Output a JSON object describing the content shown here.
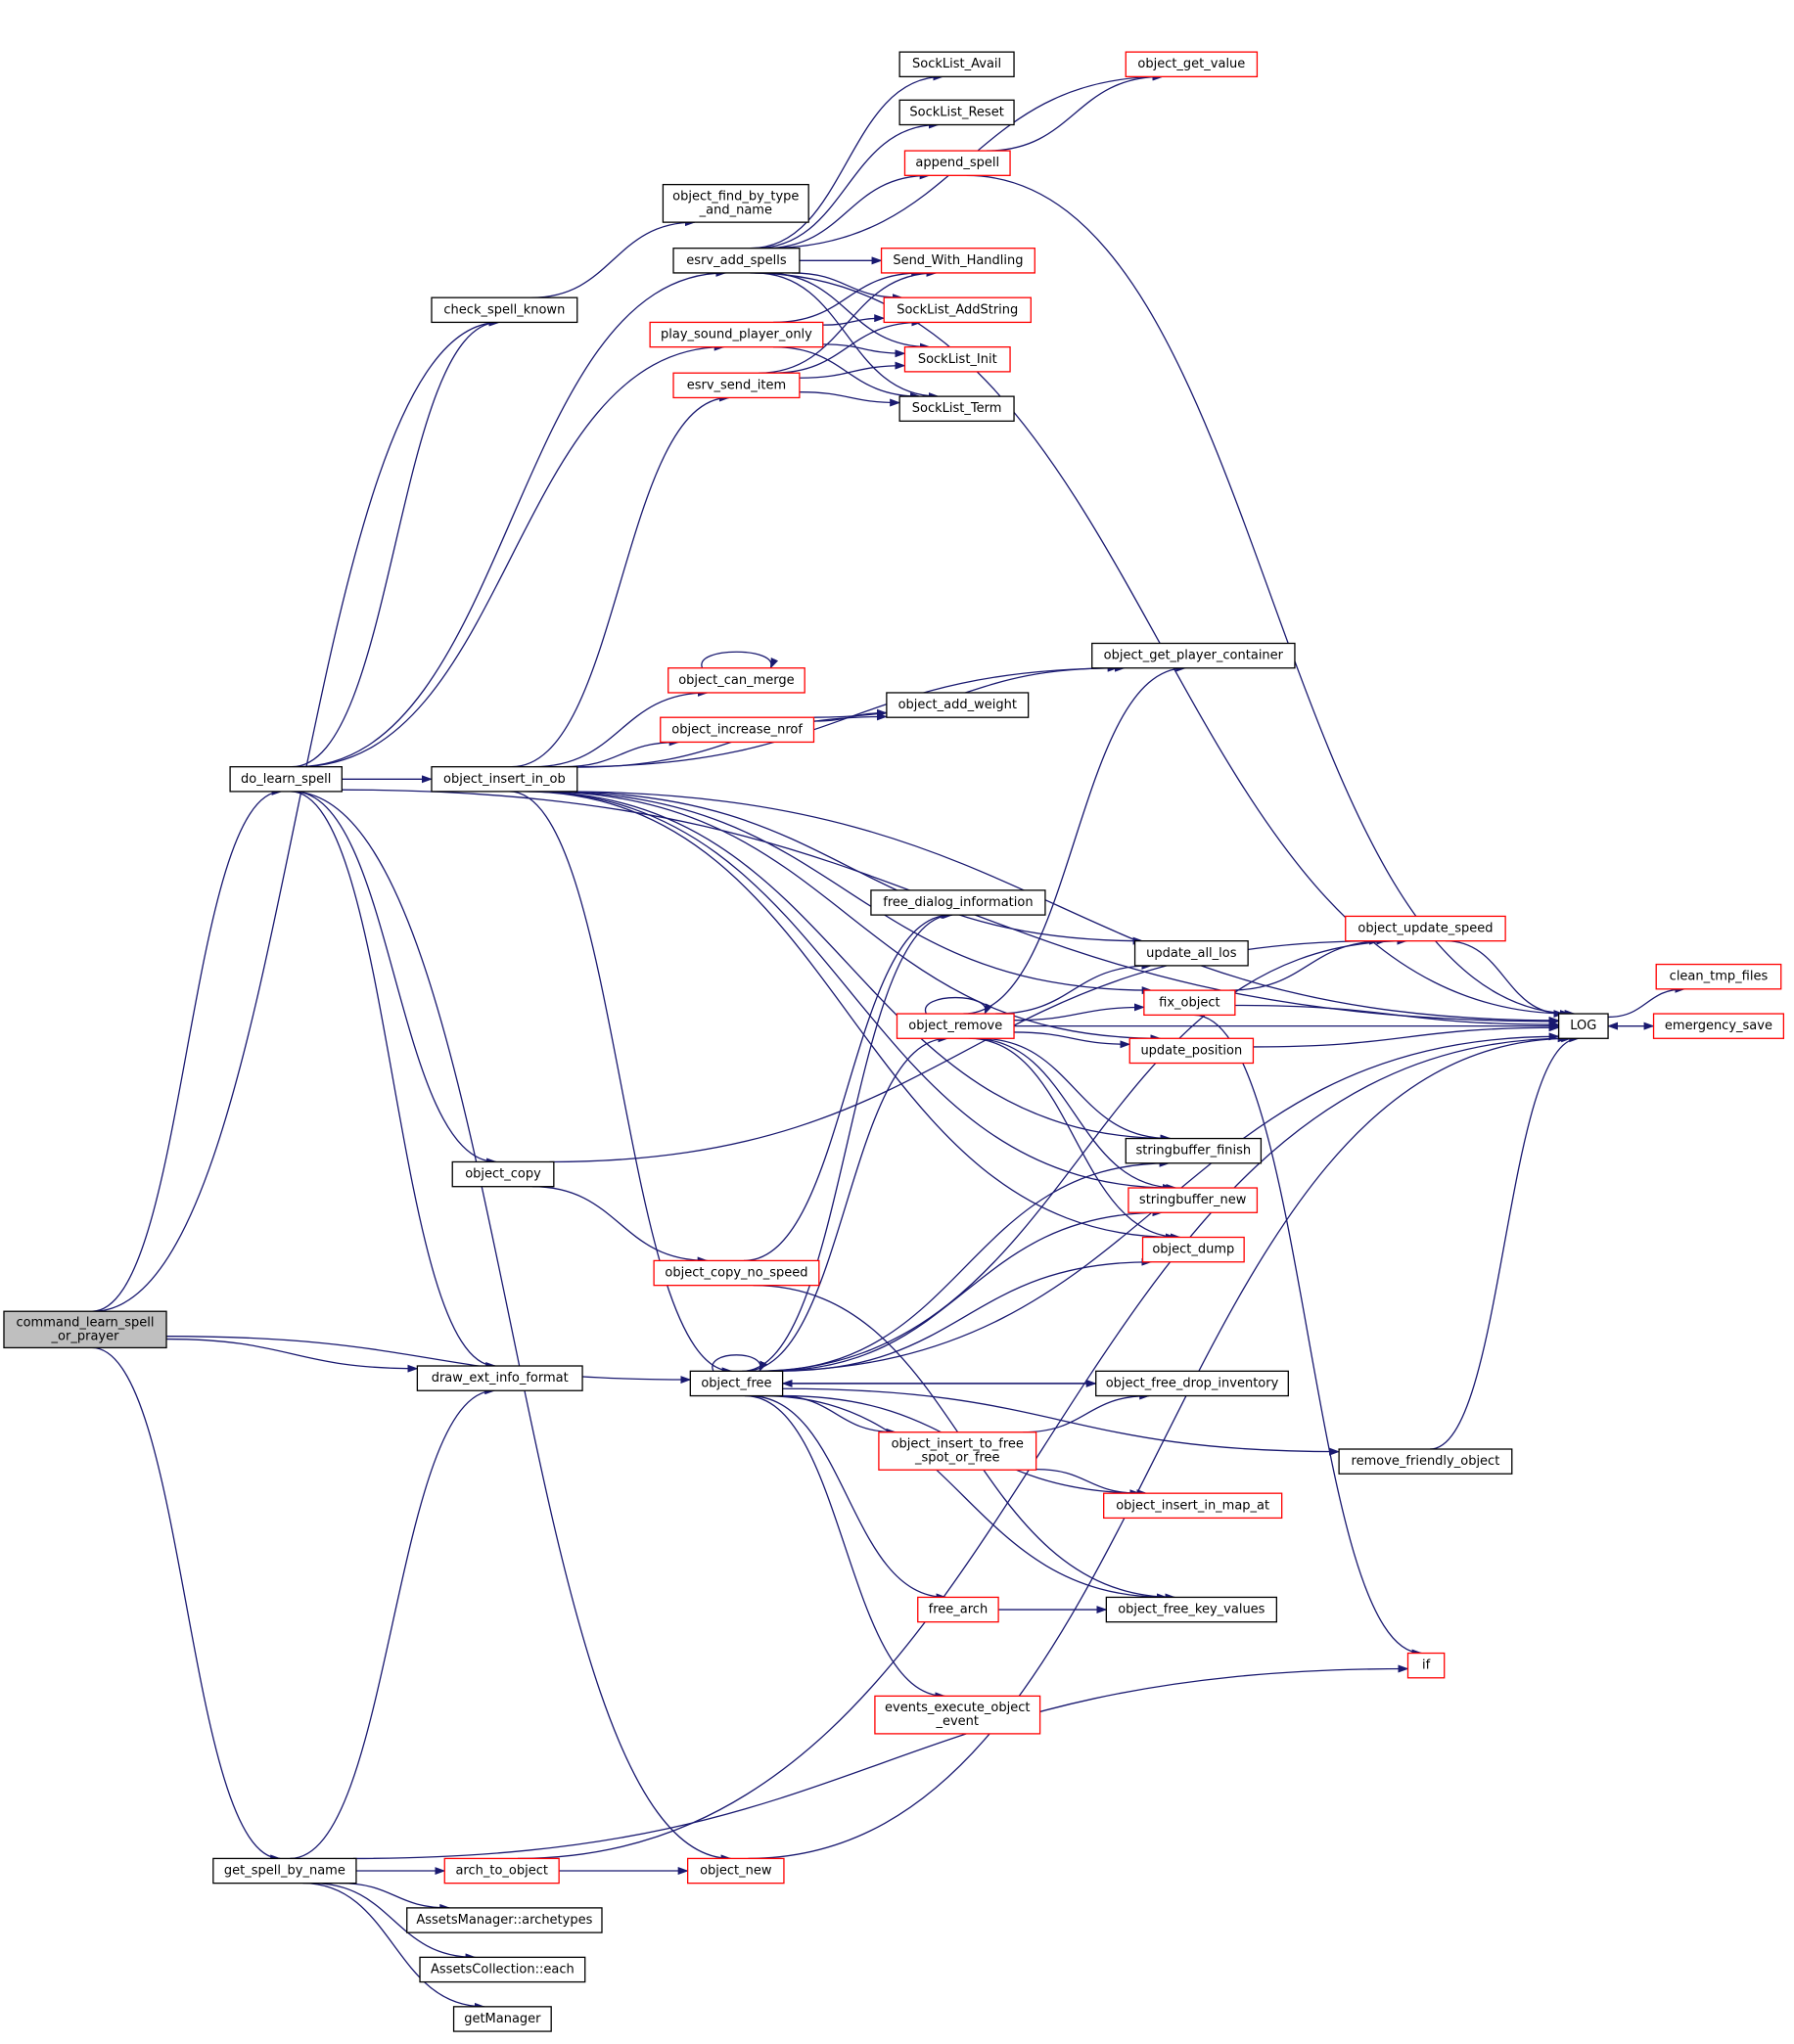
{
  "colors": {
    "edge": "#191970",
    "root_fill": "#bfbfbf",
    "border_documented": "#000000",
    "border_truncated": "#ff0000",
    "node_fill": "#ffffff"
  },
  "nodes": {
    "command_learn_spell_or_prayer": {
      "lines": [
        "command_learn_spell",
        "_or_prayer"
      ],
      "root": true
    },
    "check_spell_known": {
      "lines": [
        "check_spell_known"
      ],
      "truncated": false
    },
    "do_learn_spell": {
      "lines": [
        "do_learn_spell"
      ],
      "truncated": false
    },
    "draw_ext_info_format": {
      "lines": [
        "draw_ext_info_format"
      ],
      "truncated": false
    },
    "object_free": {
      "lines": [
        "object_free"
      ],
      "truncated": false
    },
    "get_spell_by_name": {
      "lines": [
        "get_spell_by_name"
      ],
      "truncated": false
    },
    "object_find_by_type_and_name": {
      "lines": [
        "object_find_by_type",
        "_and_name"
      ],
      "truncated": false
    },
    "esrv_add_spells": {
      "lines": [
        "esrv_add_spells"
      ],
      "truncated": false
    },
    "play_sound_player_only": {
      "lines": [
        "play_sound_player_only"
      ],
      "truncated": true
    },
    "object_insert_in_ob": {
      "lines": [
        "object_insert_in_ob"
      ],
      "truncated": false
    },
    "object_copy": {
      "lines": [
        "object_copy"
      ],
      "truncated": false
    },
    "object_new": {
      "lines": [
        "object_new"
      ],
      "truncated": true
    },
    "SockList_Avail": {
      "lines": [
        "SockList_Avail"
      ],
      "truncated": false
    },
    "object_get_value": {
      "lines": [
        "object_get_value"
      ],
      "truncated": true
    },
    "SockList_Reset": {
      "lines": [
        "SockList_Reset"
      ],
      "truncated": false
    },
    "append_spell": {
      "lines": [
        "append_spell"
      ],
      "truncated": true
    },
    "Send_With_Handling": {
      "lines": [
        "Send_With_Handling"
      ],
      "truncated": true
    },
    "SockList_AddString": {
      "lines": [
        "SockList_AddString"
      ],
      "truncated": true
    },
    "SockList_Init": {
      "lines": [
        "SockList_Init"
      ],
      "truncated": true
    },
    "esrv_send_item": {
      "lines": [
        "esrv_send_item"
      ],
      "truncated": true
    },
    "SockList_Term": {
      "lines": [
        "SockList_Term"
      ],
      "truncated": false
    },
    "object_get_player_container": {
      "lines": [
        "object_get_player_container"
      ],
      "truncated": false
    },
    "object_can_merge": {
      "lines": [
        "object_can_merge"
      ],
      "truncated": true
    },
    "object_add_weight": {
      "lines": [
        "object_add_weight"
      ],
      "truncated": false
    },
    "object_increase_nrof": {
      "lines": [
        "object_increase_nrof"
      ],
      "truncated": true
    },
    "free_dialog_information": {
      "lines": [
        "free_dialog_information"
      ],
      "truncated": false
    },
    "object_update_speed": {
      "lines": [
        "object_update_speed"
      ],
      "truncated": true
    },
    "update_all_los": {
      "lines": [
        "update_all_los"
      ],
      "truncated": false
    },
    "object_remove": {
      "lines": [
        "object_remove"
      ],
      "truncated": true
    },
    "fix_object": {
      "lines": [
        "fix_object"
      ],
      "truncated": true
    },
    "update_position": {
      "lines": [
        "update_position"
      ],
      "truncated": true
    },
    "stringbuffer_finish": {
      "lines": [
        "stringbuffer_finish"
      ],
      "truncated": false
    },
    "stringbuffer_new": {
      "lines": [
        "stringbuffer_new"
      ],
      "truncated": true
    },
    "object_dump": {
      "lines": [
        "object_dump"
      ],
      "truncated": true
    },
    "object_copy_no_speed": {
      "lines": [
        "object_copy_no_speed"
      ],
      "truncated": true
    },
    "object_free_drop_inventory": {
      "lines": [
        "object_free_drop_inventory"
      ],
      "truncated": false
    },
    "object_insert_to_free_spot_or_free": {
      "lines": [
        "object_insert_to_free",
        "_spot_or_free"
      ],
      "truncated": true
    },
    "object_insert_in_map_at": {
      "lines": [
        "object_insert_in_map_at"
      ],
      "truncated": true
    },
    "free_arch": {
      "lines": [
        "free_arch"
      ],
      "truncated": true
    },
    "object_free_key_values": {
      "lines": [
        "object_free_key_values"
      ],
      "truncated": false
    },
    "events_execute_object_event": {
      "lines": [
        "events_execute_object",
        "_event"
      ],
      "truncated": true
    },
    "arch_to_object": {
      "lines": [
        "arch_to_object"
      ],
      "truncated": true
    },
    "AssetsManager_archetypes": {
      "lines": [
        "AssetsManager::archetypes"
      ],
      "truncated": false
    },
    "AssetsCollection_each": {
      "lines": [
        "AssetsCollection::each"
      ],
      "truncated": false
    },
    "getManager": {
      "lines": [
        "getManager"
      ],
      "truncated": false
    },
    "LOG": {
      "lines": [
        "LOG"
      ],
      "truncated": false
    },
    "clean_tmp_files": {
      "lines": [
        "clean_tmp_files"
      ],
      "truncated": true
    },
    "emergency_save": {
      "lines": [
        "emergency_save"
      ],
      "truncated": true
    },
    "remove_friendly_object": {
      "lines": [
        "remove_friendly_object"
      ],
      "truncated": false
    },
    "if": {
      "lines": [
        "if"
      ],
      "truncated": true
    }
  }
}
